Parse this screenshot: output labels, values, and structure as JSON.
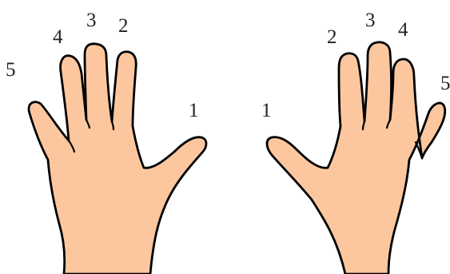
{
  "colors": {
    "skin": "#FCC79F",
    "outline": "#000000",
    "text": "#222222"
  },
  "left_hand": {
    "finger_labels": {
      "thumb": "1",
      "index": "2",
      "middle": "3",
      "ring": "4",
      "pinky": "5"
    }
  },
  "right_hand": {
    "finger_labels": {
      "thumb": "1",
      "index": "2",
      "middle": "3",
      "ring": "4",
      "pinky": "5"
    }
  }
}
